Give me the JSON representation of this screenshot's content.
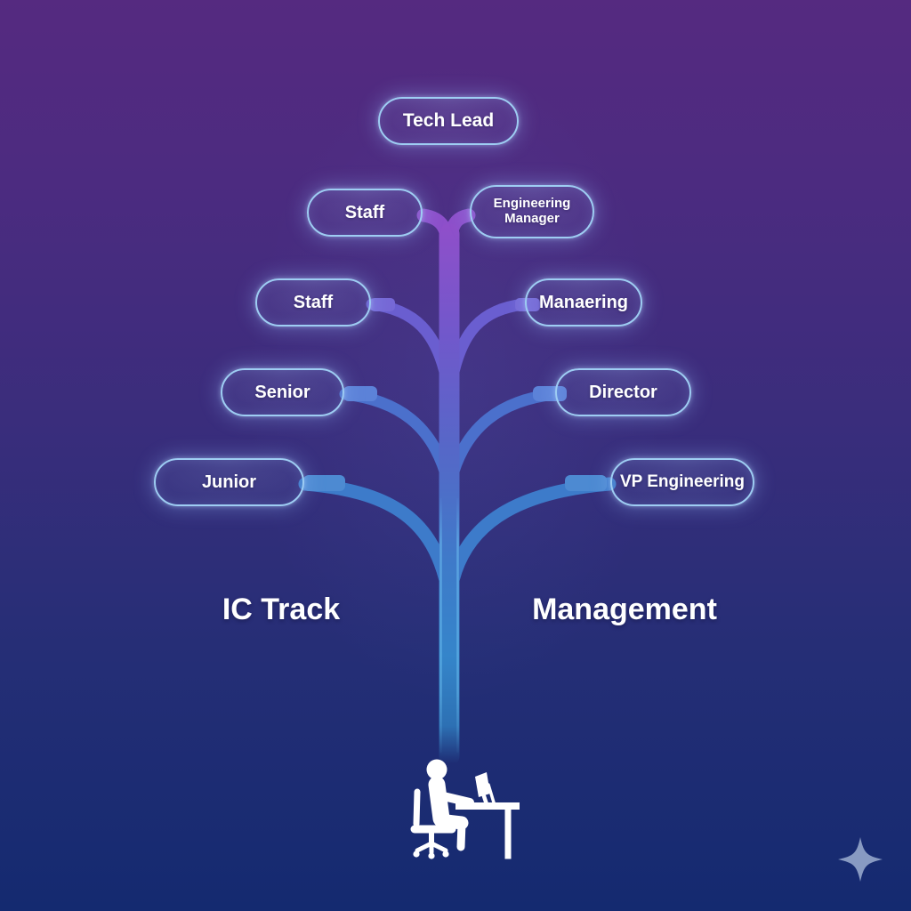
{
  "nodes": [
    {
      "id": "tech-lead",
      "label": "Tech Lead"
    },
    {
      "id": "staff-upper",
      "label": "Staff"
    },
    {
      "id": "engineering-manager",
      "label": "Engineering Manager"
    },
    {
      "id": "staff-lower",
      "label": "Staff"
    },
    {
      "id": "manaering",
      "label": "Manaering"
    },
    {
      "id": "senior",
      "label": "Senior"
    },
    {
      "id": "director",
      "label": "Director"
    },
    {
      "id": "junior",
      "label": "Junior"
    },
    {
      "id": "vp-engineering",
      "label": "VP Engineering"
    }
  ],
  "tracks": {
    "left_label": "IC Track",
    "right_label": "Management"
  },
  "icons": {
    "bottom_center": "person-at-desk-icon",
    "bottom_right": "sparkle-icon"
  },
  "colors": {
    "background_top": "#552a80",
    "background_bottom": "#142a70",
    "node_border": "#9ecdf3",
    "node_text": "#ffffff",
    "trunk_top": "#8f4fca",
    "trunk_bottom": "#3187c9",
    "branch_row2": "#8d4fca",
    "branch_row3": "#6a5ed0",
    "branch_row4": "#4b70cc",
    "branch_row5": "#3d7bca",
    "icon_color": "#ffffff",
    "sparkle_color": "#92a4c9"
  }
}
